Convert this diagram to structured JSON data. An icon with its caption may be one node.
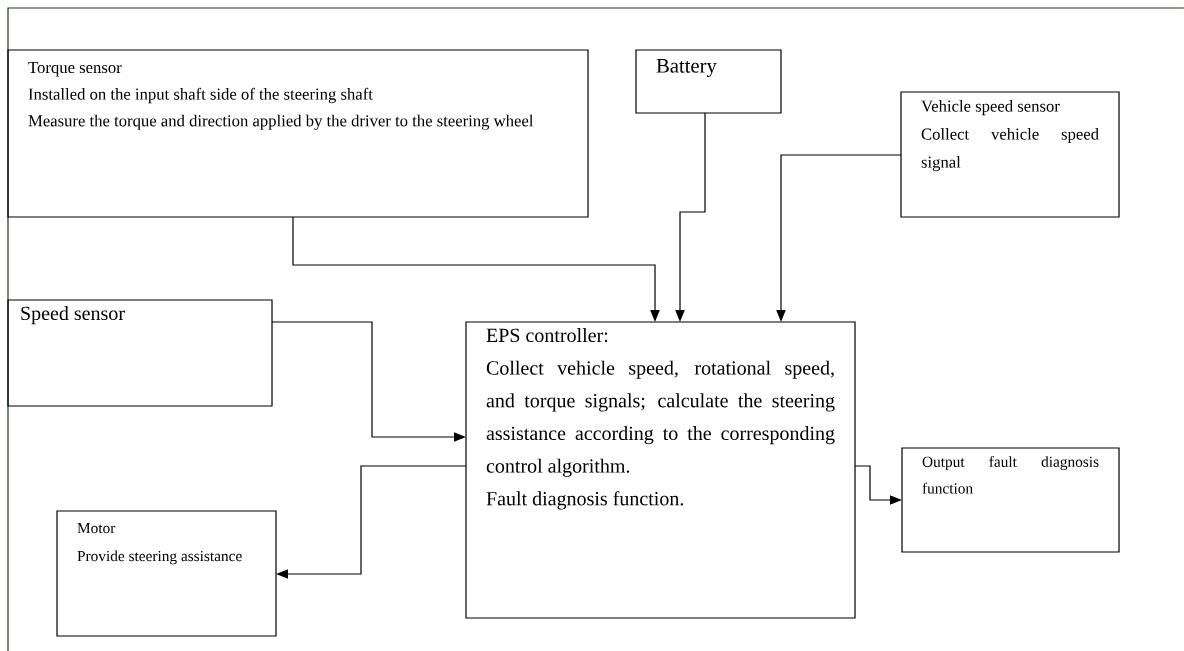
{
  "diagram": {
    "nodes": [
      {
        "text": [
          "Torque sensor",
          "Installed on the input shaft side of the steering shaft",
          "Measure the torque and direction applied by the driver to the steering wheel"
        ]
      },
      {
        "text": [
          "Battery"
        ]
      },
      {
        "text": [
          "Vehicle speed sensor",
          "Collect vehicle speed signal"
        ]
      },
      {
        "text": [
          "Speed sensor"
        ]
      },
      {
        "text": [
          "EPS controller:",
          "Collect vehicle speed, rotational speed, and torque signals; calculate the steering assistance according to the corresponding control algorithm.",
          "Fault diagnosis function."
        ]
      },
      {
        "text": [
          "Output fault diagnosis function"
        ]
      },
      {
        "text": [
          "Motor",
          "Provide steering assistance"
        ]
      }
    ],
    "edges": [
      {
        "from": 0,
        "to": 4,
        "arrow": "to"
      },
      {
        "from": 1,
        "to": 4,
        "arrow": "to"
      },
      {
        "from": 2,
        "to": 4,
        "arrow": "to"
      },
      {
        "from": 3,
        "to": 4,
        "arrow": "to"
      },
      {
        "from": 4,
        "to": 6,
        "arrow": "to"
      },
      {
        "from": 4,
        "to": 5,
        "arrow": "to"
      }
    ]
  }
}
